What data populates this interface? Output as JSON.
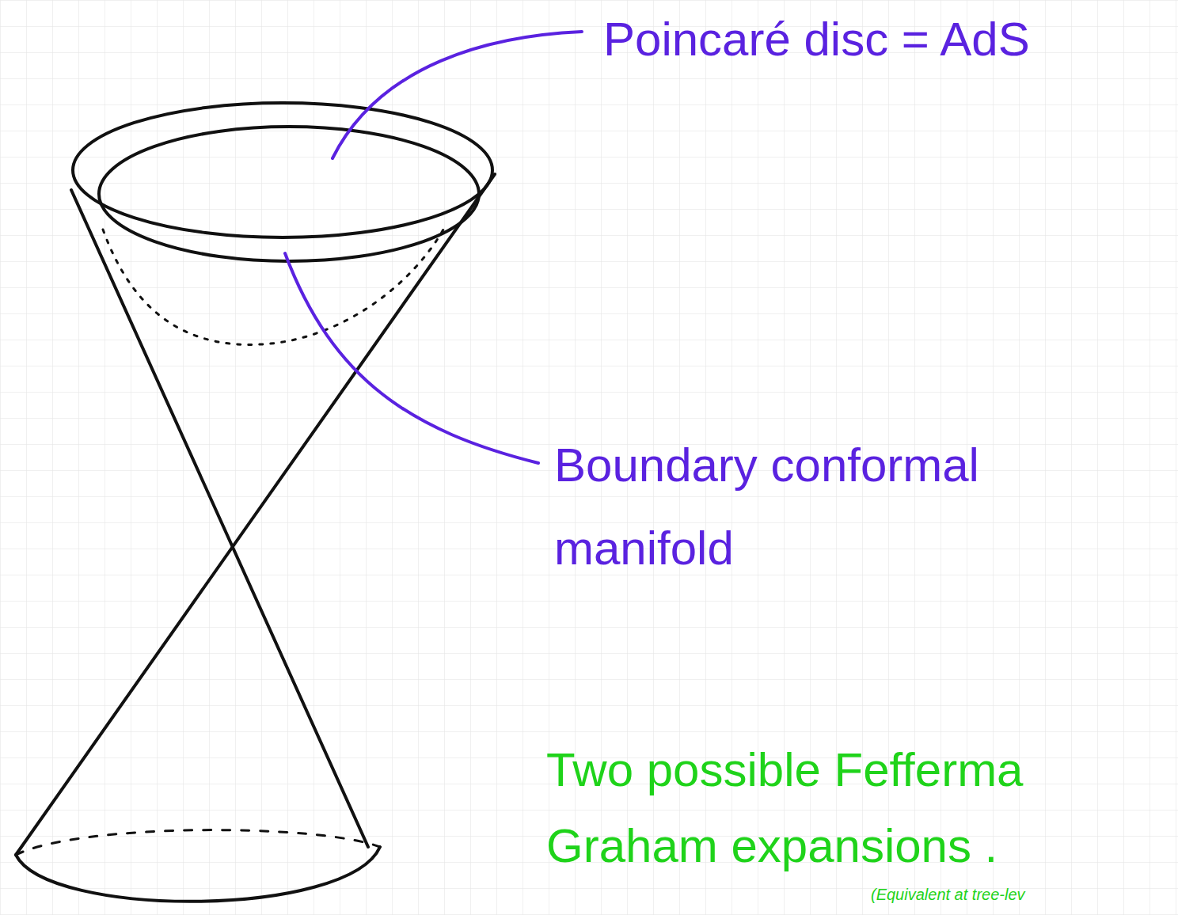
{
  "diagram": {
    "labels": [
      "Poincaré disc = AdS",
      "Boundary conformal manifold",
      "Two possible Fefferma Graham expansions .",
      "(Equivalent at tree-lev"
    ]
  }
}
